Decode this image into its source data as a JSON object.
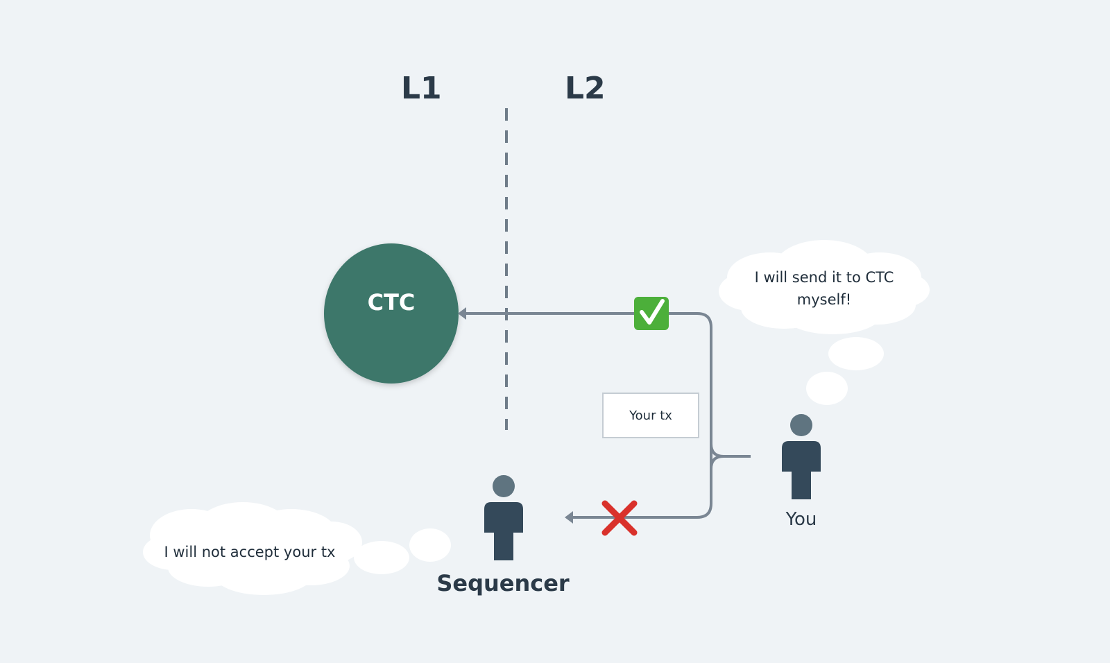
{
  "layers": {
    "l1": "L1",
    "l2": "L2"
  },
  "ctc": {
    "label": "CTC",
    "color": "#3c776a"
  },
  "tx_box": {
    "label": "Your tx"
  },
  "you": {
    "label": "You",
    "thought": "I will send it to CTC myself!"
  },
  "sequencer": {
    "label": "Sequencer",
    "thought": "I will not accept your tx"
  },
  "marks": {
    "accepted": "check-mark-icon",
    "rejected": "cross-mark-icon"
  },
  "colors": {
    "background": "#eff3f6",
    "arrow": "#7a8693",
    "person_head": "#5f7480",
    "person_body": "#34495a",
    "check_green": "#4caf3a",
    "cross_red": "#d9312b"
  }
}
